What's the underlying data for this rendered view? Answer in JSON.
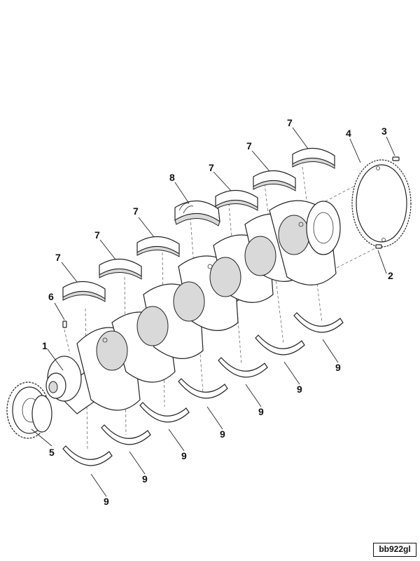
{
  "callouts": {
    "crankshaft": "1",
    "dowel_pin_flange": "2",
    "dowel_pin_gear": "3",
    "flywheel_ring": "4",
    "timing_gear": "5",
    "pin_front": "6",
    "upper_bearing": "7",
    "thrust_bearing": "8",
    "lower_bearing": "9"
  },
  "reference_code": "bb922gl"
}
